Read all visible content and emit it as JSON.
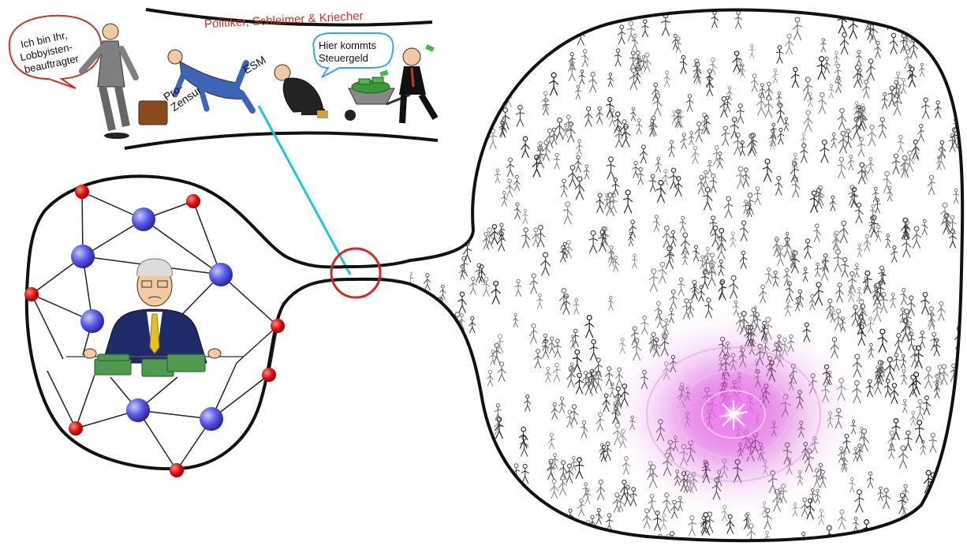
{
  "banner": {
    "title": "Politiker, Schleimer & Kriecher",
    "title_color": "#c0392b"
  },
  "lobbyist": {
    "speech_lines": [
      "Ich bin Ihr,",
      "Lobbyisten-",
      "beauftragter"
    ],
    "bubble_border_color": "#c0392b"
  },
  "crawler": {
    "label_lines": [
      "Pro-",
      "Zensur"
    ]
  },
  "kneeler": {
    "label": "ESM"
  },
  "wheelbarrow_man": {
    "speech_lines": [
      "Hier kommts",
      "Steuergeld"
    ],
    "bubble_border_color": "#3aa6e0"
  },
  "connector_color": "#22c4e0",
  "bottleneck_circle_color": "#d62828",
  "network": {
    "outer_node_color": "#e01010",
    "inner_node_color": "#5a5ae8",
    "center_figure": "banker-with-money-icon"
  },
  "crowd": {
    "figure_icon": "stick-figure-icon",
    "glow_color": "#e040e0"
  }
}
